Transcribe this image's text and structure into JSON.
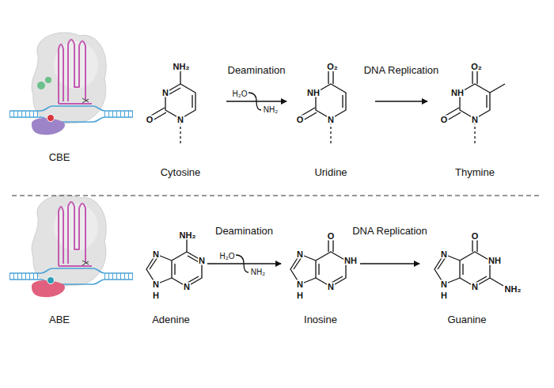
{
  "diagram": {
    "nodes": [
      {
        "text": [
          "Cytosine"
        ]
      },
      {
        "text": [
          "Uridine"
        ]
      },
      {
        "text": [
          "Thymine"
        ]
      },
      {
        "text": [
          "Adenine"
        ]
      },
      {
        "text": [
          "Inosine"
        ]
      },
      {
        "text": [
          "Guanine"
        ]
      }
    ],
    "edges": [
      {
        "from": 0,
        "to": 1,
        "label": "Deamination",
        "arrow": "to"
      },
      {
        "from": 1,
        "to": 2,
        "label": "DNA Replication",
        "arrow": "to"
      },
      {
        "from": 3,
        "to": 4,
        "label": "Deamination",
        "arrow": "to"
      },
      {
        "from": 4,
        "to": 5,
        "label": "DNA Replication",
        "arrow": "to"
      }
    ],
    "labels": [
      "CBE",
      "NH₂",
      "N",
      "O",
      "N",
      "H₂O",
      "NH₂",
      "O₂",
      "NH",
      "O",
      "N",
      "O₂",
      "NH",
      "O",
      "N",
      "ABE",
      "NH₂",
      "N",
      "N",
      "N",
      "N",
      "H",
      "H₂O",
      "NH₂",
      "O",
      "N",
      "NH",
      "N",
      "N",
      "H",
      "O",
      "N",
      "NH",
      "N",
      "N",
      "H",
      "NH₂"
    ]
  }
}
